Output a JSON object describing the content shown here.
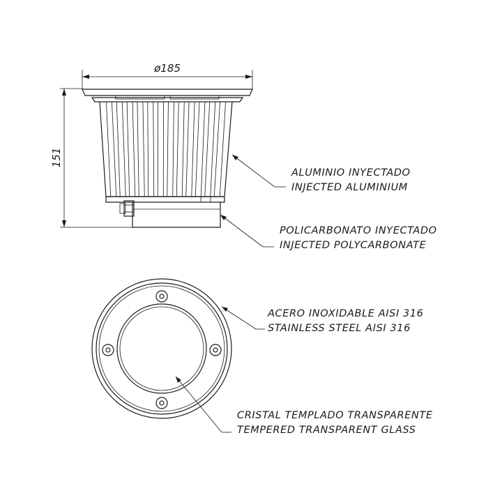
{
  "dimensions": {
    "diameter": "ø185",
    "height": "151"
  },
  "labels": {
    "body_es": "ALUMINIO INYECTADO",
    "body_en": "INJECTED ALUMINIUM",
    "housing_es": "POLICARBONATO INYECTADO",
    "housing_en": "INJECTED POLYCARBONATE",
    "ring_es": "ACERO INOXIDABLE AISI 316",
    "ring_en": "STAINLESS STEEL AISI 316",
    "glass_es": "CRISTAL TEMPLADO TRANSPARENTE",
    "glass_en": "TEMPERED TRANSPARENT GLASS"
  }
}
